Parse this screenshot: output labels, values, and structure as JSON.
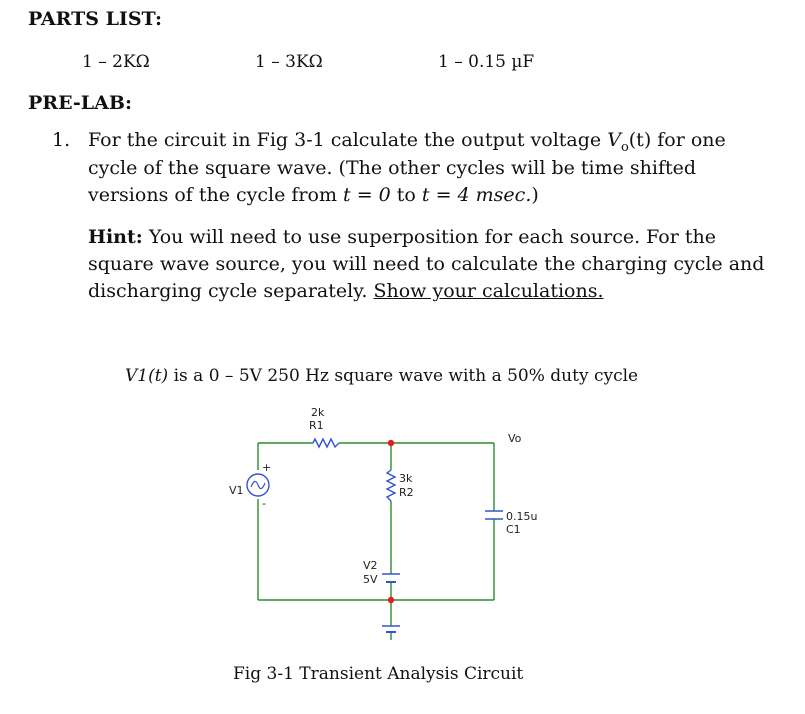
{
  "headings": {
    "parts_list": "PARTS LIST:",
    "pre_lab": "PRE-LAB:"
  },
  "parts": [
    "1 – 2KΩ",
    "1 – 3KΩ",
    "1 – 0.15 µF"
  ],
  "q1": {
    "number": "1.",
    "line1_pre": "For the circuit in Fig 3-1 calculate the output voltage ",
    "vo": "V",
    "vo_sub": "o",
    "vo_t": "(t)",
    "line1_post": " for one",
    "line2": "cycle of the square wave.  (The other cycles will be time shifted",
    "line3_pre": "versions of the cycle from ",
    "t0": "t = 0",
    "to_word": " to ",
    "t1": "t = 4 msec.",
    "line3_post": ")"
  },
  "hint": {
    "label": "Hint:",
    "line1": " You will need to use superposition for each source. For the",
    "line2": "square wave source, you will need to calculate the charging cycle and",
    "line3": "discharging cycle separately.  ",
    "show": "Show your calculations."
  },
  "source_desc": {
    "v1t": "V1(t)",
    "rest": " is a 0 – 5V 250 Hz square wave with a 50% duty cycle"
  },
  "circuit": {
    "r1_value": "2k",
    "r1_name": "R1",
    "r2_value": "3k",
    "r2_name": "R2",
    "v1_name": "V1",
    "v2_name": "V2",
    "v2_value": "5V",
    "c1_value": "0.15u",
    "c1_name": "C1",
    "vo_label": "Vo",
    "plus": "+",
    "minus": "-",
    "colors": {
      "wire": "#2e8b2e",
      "component": "#3355cc",
      "node": "#e02020"
    }
  },
  "caption": "Fig 3-1  Transient Analysis Circuit"
}
